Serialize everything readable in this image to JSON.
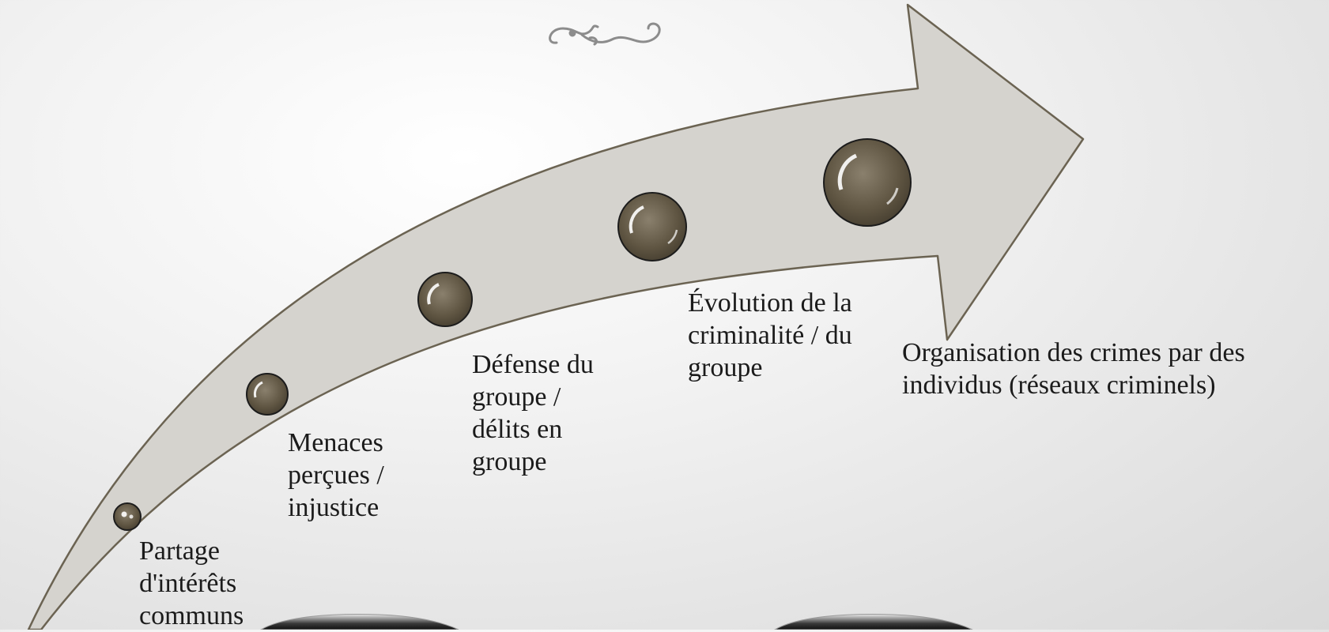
{
  "slide": {
    "ornament_icon": "flourish-ornament-icon",
    "arrow_fill": "#d5d3ce",
    "arrow_stroke": "#6b6352",
    "bead_color": "#6a5f4c",
    "steps": [
      {
        "label": "Partage d'intérêts communs"
      },
      {
        "label": "Menaces perçues / injustice"
      },
      {
        "label": "Défense du groupe / délits en groupe"
      },
      {
        "label": "Évolution de la criminalité / du groupe"
      },
      {
        "label": "Organisation des crimes par des individus (réseaux criminels)"
      }
    ]
  }
}
